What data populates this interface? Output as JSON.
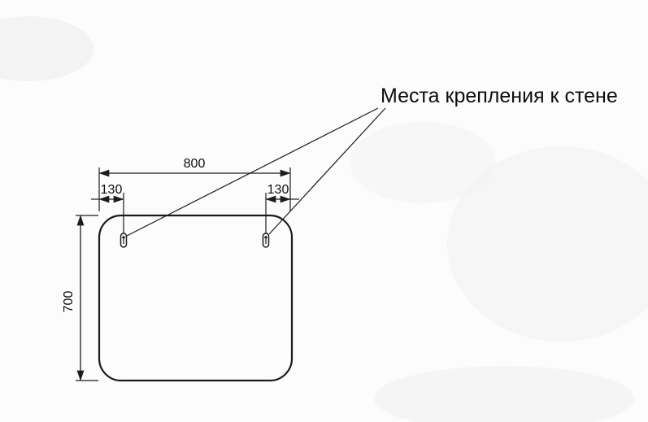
{
  "drawing": {
    "title": "Места крепления к стене",
    "dimensions": {
      "width": "800",
      "offset_left": "130",
      "offset_right": "130",
      "height": "700"
    }
  }
}
